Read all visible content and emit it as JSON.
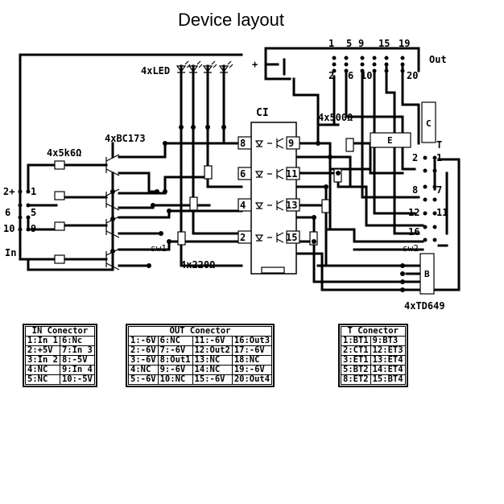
{
  "title": "Device layout",
  "labels": {
    "ci": "CI",
    "out": "Out",
    "t": "T",
    "in": "In",
    "plus": "+",
    "minus": "-",
    "sw1": "sw1",
    "sw2": "sw2",
    "c_box": "C",
    "e_box": "E",
    "b_box": "B",
    "leds": "4xLED",
    "transistors": "4xBC173",
    "res_in": "4x5k6Ω",
    "res_out": "4x500Ω",
    "res_led": "4x220Ω",
    "drivers": "4xTD649"
  },
  "in_pins": [
    {
      "text": "2+",
      "n": "1"
    },
    {
      "text": "6",
      "n": "5"
    },
    {
      "text": "10",
      "n": "9"
    }
  ],
  "out_top": [
    "1",
    "5",
    "9",
    "15",
    "19"
  ],
  "out_bottom": [
    "2",
    "6",
    "10",
    "20"
  ],
  "t_pins": [
    "1",
    "2",
    "7",
    "8",
    "11",
    "12",
    "16"
  ],
  "chip_left": [
    "8",
    "6",
    "4",
    "2"
  ],
  "chip_right": [
    "9",
    "11",
    "13",
    "15"
  ],
  "in_table": {
    "header": "IN Conector",
    "rows": [
      [
        "1:In 1",
        "6:Nc"
      ],
      [
        "2:+5V",
        "7:In 3"
      ],
      [
        "3:In 2",
        "8:-5V"
      ],
      [
        "4:NC",
        "9:In 4"
      ],
      [
        "5:NC",
        "10:-5V"
      ]
    ]
  },
  "out_table": {
    "header": "OUT Conector",
    "rows": [
      [
        "1:-6V",
        "6:NC",
        "11:-6V",
        "16:Out3"
      ],
      [
        "2:-6V",
        "7:-6V",
        "12:Out2",
        "17:-6V"
      ],
      [
        "3:-6V",
        "8:Out1",
        "13:NC",
        "18:NC"
      ],
      [
        "4:NC",
        "9:-6V",
        "14:NC",
        "19:-6V"
      ],
      [
        "5:-6V",
        "10:NC",
        "15:-6V",
        "20:Out4"
      ]
    ]
  },
  "t_table": {
    "header": "T Conector",
    "rows": [
      [
        "1:BT1",
        "9:BT3"
      ],
      [
        "2:CT1",
        "12:ET3"
      ],
      [
        "3:ET1",
        "13:ET4"
      ],
      [
        "5:BT2",
        "14:ET4"
      ],
      [
        "8:ET2",
        "15:BT4"
      ]
    ]
  }
}
